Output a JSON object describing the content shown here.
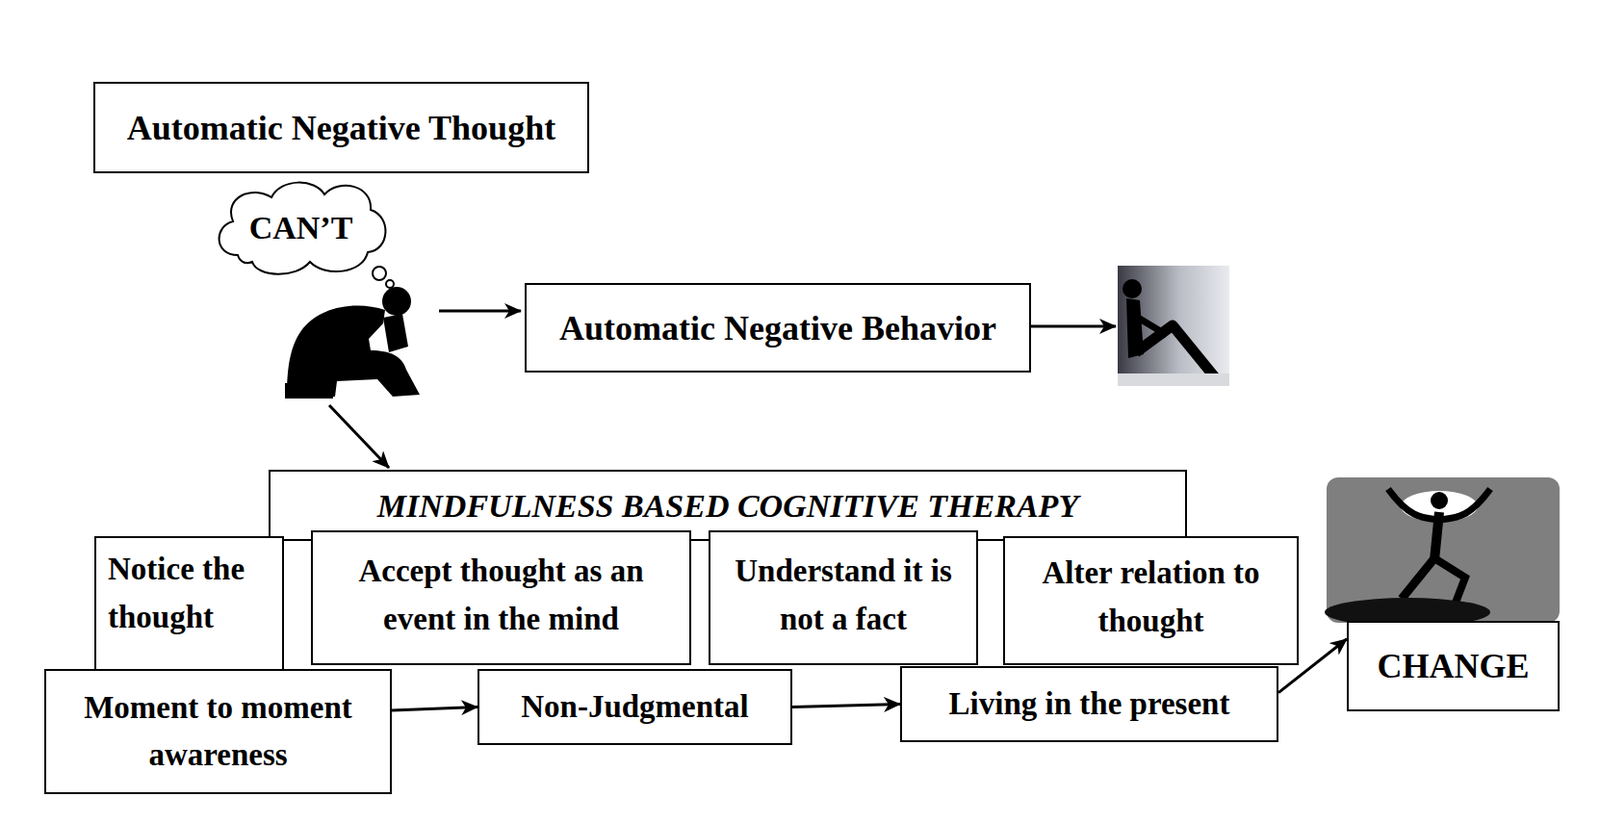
{
  "diagram": {
    "nodes": [
      {
        "text": [
          "Automatic Negative Thought"
        ]
      },
      {
        "text": [
          "CAN’T"
        ]
      },
      {
        "text": [
          "Automatic Negative Behavior"
        ]
      },
      {
        "text": [
          "MINDFULNESS BASED COGNITIVE THERAPY"
        ]
      },
      {
        "text": [
          "Notice the thought"
        ]
      },
      {
        "text": [
          "Accept thought as an event in the mind"
        ]
      },
      {
        "text": [
          "Understand it is not a fact"
        ]
      },
      {
        "text": [
          "Alter relation to thought"
        ]
      },
      {
        "text": [
          "Moment to moment awareness"
        ]
      },
      {
        "text": [
          "Non-Judgmental"
        ]
      },
      {
        "text": [
          "Living in the present"
        ]
      },
      {
        "text": [
          "CHANGE"
        ]
      }
    ],
    "edges": [
      {
        "from": 8,
        "to": 9,
        "arrow": "to"
      },
      {
        "from": 9,
        "to": 10,
        "arrow": "to"
      },
      {
        "from": 10,
        "to": 11,
        "arrow": "to"
      }
    ]
  }
}
